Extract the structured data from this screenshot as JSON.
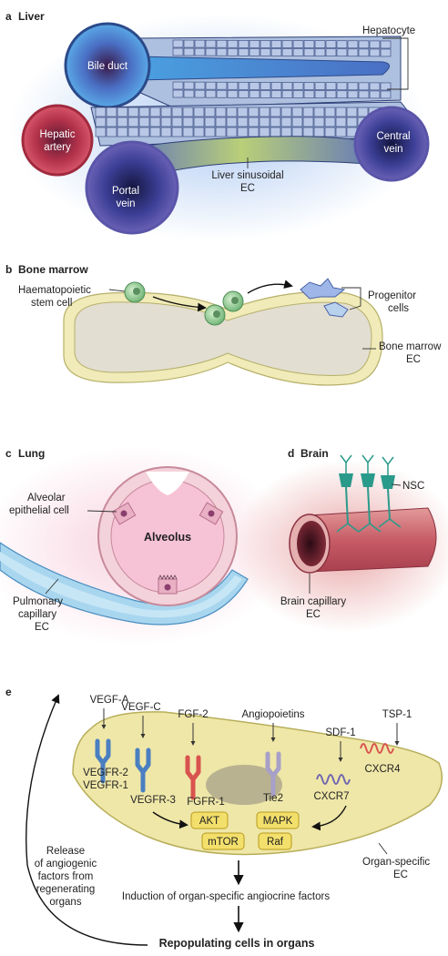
{
  "panels": {
    "a": {
      "letter": "a",
      "title": "Liver"
    },
    "b": {
      "letter": "b",
      "title": "Bone marrow"
    },
    "c": {
      "letter": "c",
      "title": "Lung"
    },
    "d": {
      "letter": "d",
      "title": "Brain"
    },
    "e": {
      "letter": "e"
    }
  },
  "liver": {
    "bile_duct": "Bile duct",
    "hepatocyte": "Hepatocyte",
    "hepatic_artery_1": "Hepatic",
    "hepatic_artery_2": "artery",
    "central_vein_1": "Central",
    "central_vein_2": "vein",
    "portal_vein_1": "Portal",
    "portal_vein_2": "vein",
    "sinusoidal_1": "Liver sinusoidal",
    "sinusoidal_2": "EC"
  },
  "marrow": {
    "hsc_1": "Haematopoietic",
    "hsc_2": "stem cell",
    "progenitor_1": "Progenitor",
    "progenitor_2": "cells",
    "ec_1": "Bone marrow",
    "ec_2": "EC"
  },
  "lung": {
    "alveolar_1": "Alveolar",
    "alveolar_2": "epithelial cell",
    "alveolus": "Alveolus",
    "capillary_1": "Pulmonary",
    "capillary_2": "capillary",
    "capillary_3": "EC"
  },
  "brain": {
    "nsc": "NSC",
    "capillary_1": "Brain capillary",
    "capillary_2": "EC"
  },
  "signaling": {
    "ligands": {
      "vegfa": "VEGF-A",
      "vegfc": "VEGF-C",
      "fgf2": "FGF-2",
      "angiopoietins": "Angiopoietins",
      "sdf1": "SDF-1",
      "tsp1": "TSP-1"
    },
    "receptors": {
      "vegfr2": "VEGFR-2",
      "vegfr1": "VEGFR-1",
      "vegfr3": "VEGFR-3",
      "fgfr1": "FGFR-1",
      "tie2": "Tie2",
      "cxcr7": "CXCR7",
      "cxcr4": "CXCR4"
    },
    "kinases": {
      "akt": "AKT",
      "mtor": "mTOR",
      "mapk": "MAPK",
      "raf": "Raf"
    },
    "organ_ec_1": "Organ-specific",
    "organ_ec_2": "EC",
    "release_1": "Release",
    "release_2": "of angiogenic",
    "release_3": "factors from",
    "release_4": "regenerating",
    "release_5": "organs",
    "induction": "Induction of organ-specific angiocrine factors",
    "repopulating": "Repopulating cells in organs"
  },
  "colors": {
    "blue_receptor": "#4a7fc1",
    "red_receptor": "#d9534f",
    "lilac_receptor": "#a7a0c8",
    "kinase_box": "#f3df6b",
    "endothelial": "#efe7a8",
    "hepatic_artery": "#c0394a",
    "bile_duct": "#3f8fd4",
    "portal_vein": "#4d4aa0",
    "alveolus": "#f3c6d9",
    "nsc": "#2a9a8a"
  }
}
